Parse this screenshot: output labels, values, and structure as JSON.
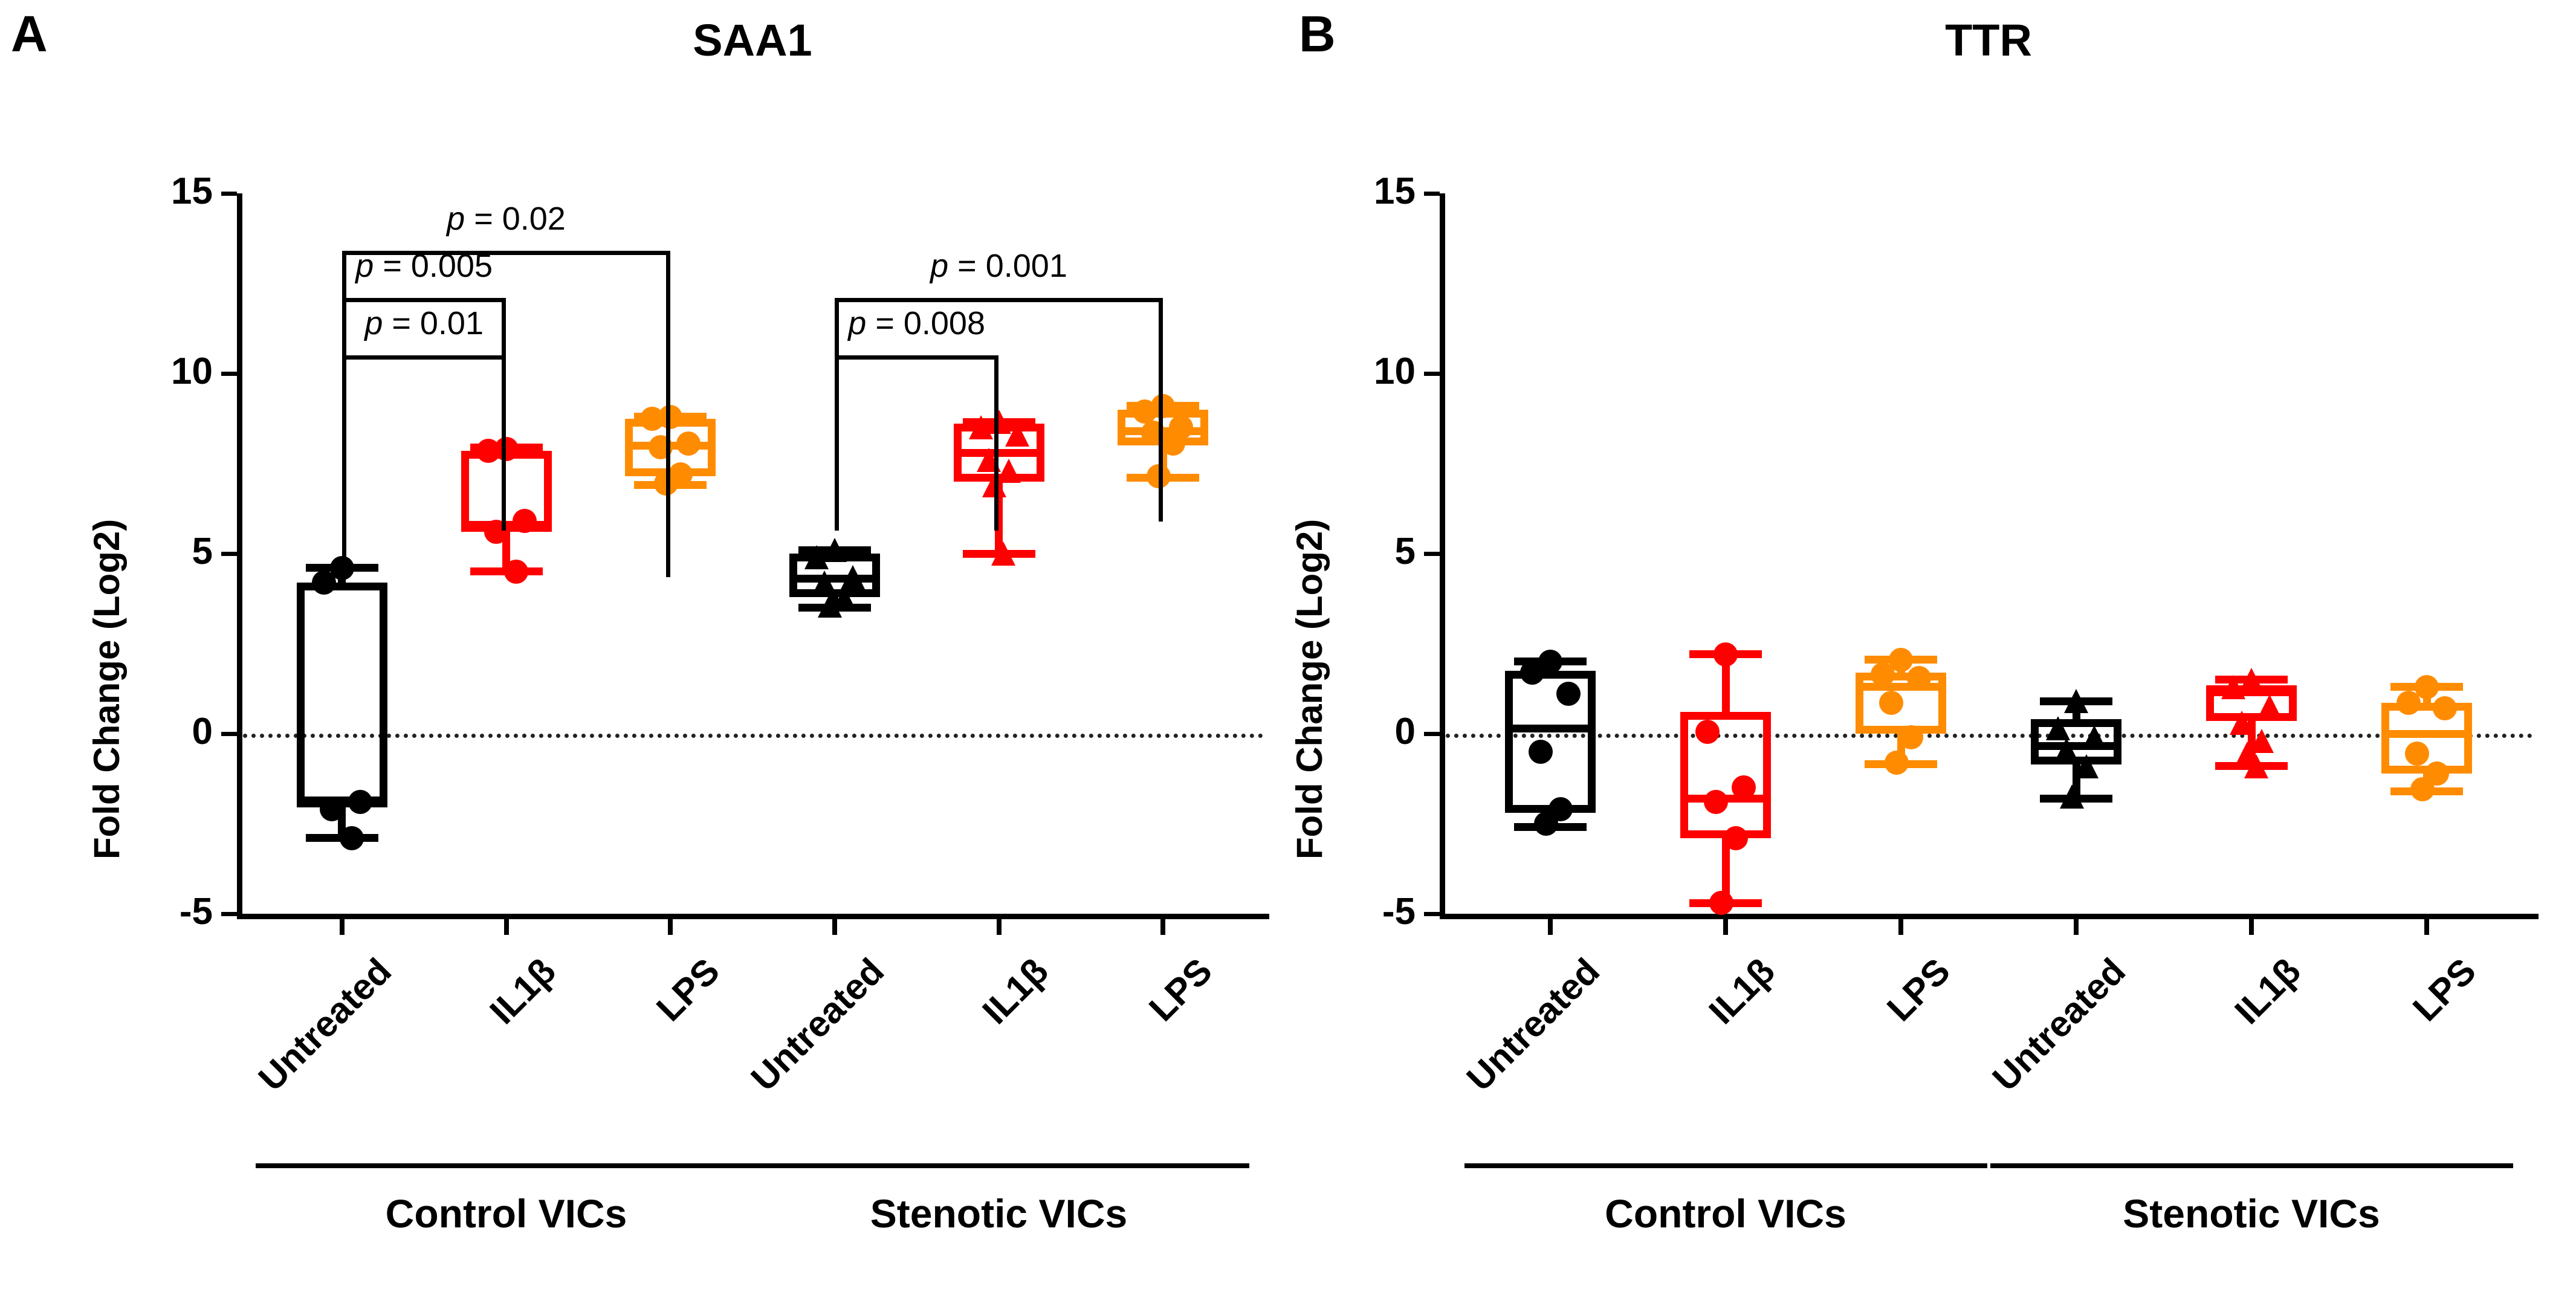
{
  "figure": {
    "panels": [
      {
        "letter": "A",
        "title": "SAA1",
        "ylabel": "Fold Change (Log2)",
        "yticks": [
          "15",
          "10",
          "5",
          "0",
          "-5"
        ],
        "xticklabels": [
          "Untreated",
          "IL1β",
          "LPS",
          "Untreated",
          "IL1β",
          "LPS"
        ],
        "grouplabels": [
          "Control VICs",
          "Stenotic VICs"
        ],
        "pvalues": [
          "p = 0.02",
          "p = 0.005",
          "p = 0.01",
          "p = 0.001",
          "p = 0.008"
        ]
      },
      {
        "letter": "B",
        "title": "TTR",
        "ylabel": "Fold Change (Log2)",
        "yticks": [
          "15",
          "10",
          "5",
          "0",
          "-5"
        ],
        "xticklabels": [
          "Untreated",
          "IL1β",
          "LPS",
          "Untreated",
          "IL1β",
          "LPS"
        ],
        "grouplabels": [
          "Control VICs",
          "Stenotic VICs"
        ],
        "pvalues": []
      }
    ],
    "colors": {
      "untreated": "#000000",
      "il1b": "#FF0000",
      "lps": "#FF8C00",
      "axis": "#000000",
      "zeroline": "#222222"
    },
    "markers": {
      "control_vics": "circle",
      "stenotic_vics": "triangle"
    }
  },
  "chart_data": [
    {
      "type": "box",
      "title": "SAA1",
      "xlabel": "",
      "ylabel": "Fold Change (Log2)",
      "ylim": [
        -5,
        15
      ],
      "yticks": [
        15,
        10,
        5,
        0,
        -5
      ],
      "grid": false,
      "legend": "none",
      "zero_reference_line": 0,
      "groups": [
        "Control VICs",
        "Stenotic VICs"
      ],
      "categories": [
        "Untreated",
        "IL1β",
        "LPS",
        "Untreated",
        "IL1β",
        "LPS"
      ],
      "series": [
        {
          "name": "Control VICs - Untreated",
          "color": "#000000",
          "marker": "circle",
          "box": {
            "whisker_low": -2.9,
            "q1": -2.05,
            "median": -1.85,
            "q3": 4.2,
            "whisker_high": 4.6
          },
          "points": [
            4.6,
            4.2,
            -1.9,
            -2.1,
            -2.9
          ]
        },
        {
          "name": "Control VICs - IL1β",
          "color": "#FF0000",
          "marker": "circle",
          "box": {
            "whisker_low": 4.5,
            "q1": 5.6,
            "median": 5.8,
            "q3": 7.85,
            "whisker_high": 7.95
          },
          "points": [
            7.9,
            7.85,
            5.9,
            5.6,
            4.5
          ]
        },
        {
          "name": "Control VICs - LPS",
          "color": "#FF8C00",
          "marker": "circle",
          "box": {
            "whisker_low": 6.9,
            "q1": 7.15,
            "median": 8.0,
            "q3": 8.75,
            "whisker_high": 8.8
          },
          "points": [
            8.8,
            8.75,
            8.05,
            7.95,
            7.2,
            6.95
          ]
        },
        {
          "name": "Stenotic VICs - Untreated",
          "color": "#000000",
          "marker": "triangle",
          "box": {
            "whisker_low": 3.5,
            "q1": 3.8,
            "median": 4.3,
            "q3": 5.0,
            "whisker_high": 5.1
          },
          "points": [
            5.1,
            4.9,
            4.35,
            4.2,
            3.75,
            3.55
          ]
        },
        {
          "name": "Stenotic VICs - IL1β",
          "color": "#FF0000",
          "marker": "triangle",
          "box": {
            "whisker_low": 5.0,
            "q1": 7.0,
            "median": 7.8,
            "q3": 8.6,
            "whisker_high": 8.65
          },
          "points": [
            8.65,
            8.5,
            8.3,
            7.6,
            7.3,
            6.9,
            5.0
          ]
        },
        {
          "name": "Stenotic VICs - LPS",
          "color": "#FF8C00",
          "marker": "circle",
          "box": {
            "whisker_low": 7.1,
            "q1": 8.0,
            "median": 8.4,
            "q3": 9.0,
            "whisker_high": 9.1
          },
          "points": [
            9.1,
            8.95,
            8.5,
            8.35,
            8.05,
            7.15
          ]
        }
      ],
      "annotations": [
        {
          "text": "p = 0.02",
          "from": "Control VICs - Untreated",
          "to": "Control VICs - LPS",
          "y": 13.4
        },
        {
          "text": "p = 0.005",
          "from": "Control VICs - Untreated",
          "to": "Control VICs - IL1β",
          "y": 12.1
        },
        {
          "text": "p = 0.01",
          "from": "Control VICs - Untreated",
          "to": "Control VICs - IL1β",
          "y": 10.5
        },
        {
          "text": "p = 0.001",
          "from": "Stenotic VICs - Untreated",
          "to": "Stenotic VICs - LPS",
          "y": 12.1
        },
        {
          "text": "p = 0.008",
          "from": "Stenotic VICs - Untreated",
          "to": "Stenotic VICs - IL1β",
          "y": 10.5
        }
      ]
    },
    {
      "type": "box",
      "title": "TTR",
      "xlabel": "",
      "ylabel": "Fold Change (Log2)",
      "ylim": [
        -5,
        15
      ],
      "yticks": [
        15,
        10,
        5,
        0,
        -5
      ],
      "grid": false,
      "legend": "none",
      "zero_reference_line": 0,
      "groups": [
        "Control VICs",
        "Stenotic VICs"
      ],
      "categories": [
        "Untreated",
        "IL1β",
        "LPS",
        "Untreated",
        "IL1β",
        "LPS"
      ],
      "series": [
        {
          "name": "Control VICs - Untreated",
          "color": "#000000",
          "marker": "circle",
          "box": {
            "whisker_low": -2.6,
            "q1": -2.2,
            "median": 0.15,
            "q3": 1.75,
            "whisker_high": 2.0
          },
          "points": [
            2.0,
            1.7,
            1.1,
            -0.5,
            -2.1,
            -2.5
          ]
        },
        {
          "name": "Control VICs - IL1β",
          "color": "#FF0000",
          "marker": "circle",
          "box": {
            "whisker_low": -4.7,
            "q1": -2.9,
            "median": -1.8,
            "q3": 0.6,
            "whisker_high": 2.2
          },
          "points": [
            2.2,
            0.05,
            -1.5,
            -1.9,
            -2.9,
            -4.7
          ]
        },
        {
          "name": "Control VICs - LPS",
          "color": "#FF8C00",
          "marker": "circle",
          "box": {
            "whisker_low": -0.85,
            "q1": 0.0,
            "median": 1.3,
            "q3": 1.7,
            "whisker_high": 2.05
          },
          "points": [
            2.05,
            1.65,
            1.55,
            0.85,
            -0.1,
            -0.8
          ]
        },
        {
          "name": "Stenotic VICs - Untreated",
          "color": "#000000",
          "marker": "triangle",
          "box": {
            "whisker_low": -1.8,
            "q1": -0.85,
            "median": -0.35,
            "q3": 0.4,
            "whisker_high": 0.9
          },
          "points": [
            0.9,
            0.15,
            -0.1,
            -0.45,
            -0.9,
            -1.75
          ]
        },
        {
          "name": "Stenotic VICs - IL1β",
          "color": "#FF0000",
          "marker": "triangle",
          "box": {
            "whisker_low": -0.9,
            "q1": 0.35,
            "median": 1.15,
            "q3": 1.35,
            "whisker_high": 1.5
          },
          "points": [
            1.5,
            1.3,
            0.75,
            0.3,
            -0.2,
            -0.55,
            -0.9
          ]
        },
        {
          "name": "Stenotic VICs - LPS",
          "color": "#FF8C00",
          "marker": "circle",
          "box": {
            "whisker_low": -1.6,
            "q1": -1.1,
            "median": 0.0,
            "q3": 0.85,
            "whisker_high": 1.3
          },
          "points": [
            1.3,
            0.85,
            0.7,
            -0.55,
            -1.1,
            -1.55
          ]
        }
      ],
      "annotations": []
    }
  ]
}
